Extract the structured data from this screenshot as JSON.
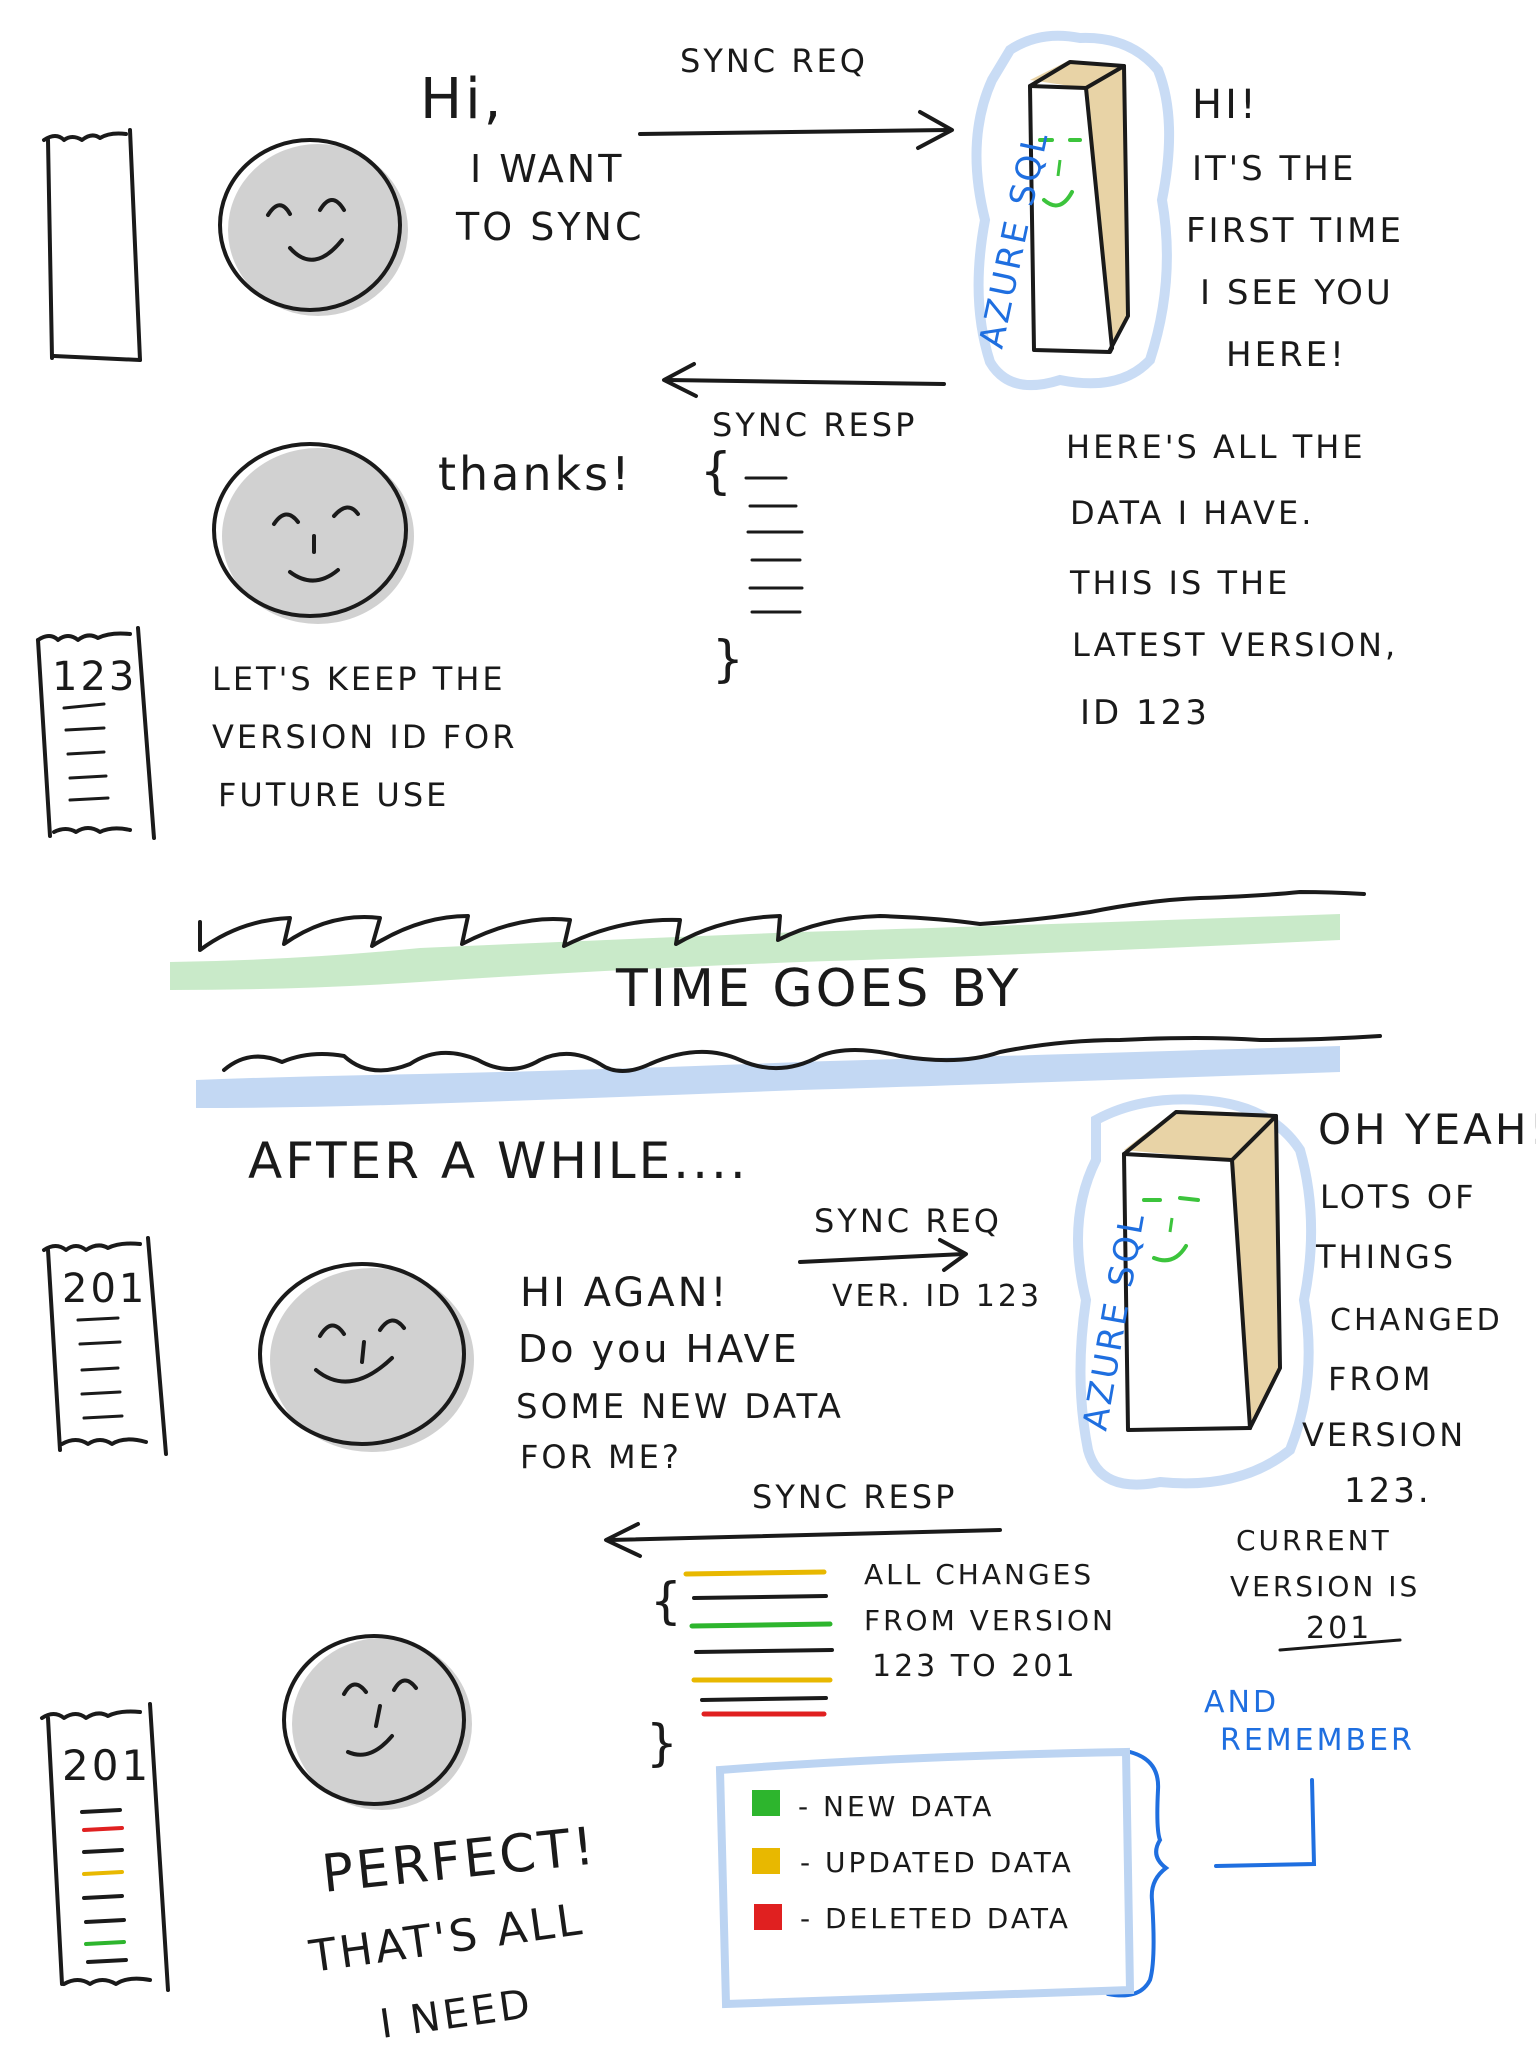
{
  "colors": {
    "ink": "#1a1a1a",
    "azure_blue": "#1f6fe0",
    "cloud_blue": "#c9dcf5",
    "face_green": "#3cc43c",
    "server_tan": "#e8d3a6",
    "band_green": "#bfe6bf",
    "band_blue": "#bcd4f2",
    "new_green": "#2db52d",
    "updated_yellow": "#e8b800",
    "deleted_red": "#e02020",
    "shadow_grey": "#b8b8b8"
  },
  "icons": {
    "client_face": "smiling-face-icon",
    "server": "database-server-icon",
    "receipt": "receipt-note-icon",
    "arrow_right": "arrow-right-icon",
    "arrow_left": "arrow-left-icon",
    "brace": "curly-brace-icon"
  },
  "scene1": {
    "client_greeting_line1": "Hi,",
    "client_greeting_line2": "I WANT",
    "client_greeting_line3": "TO SYNC",
    "sync_req_label": "SYNC REQ",
    "server_label": "AZURE SQL",
    "server_reply_line1": "HI!",
    "server_reply_line2": "IT'S THE",
    "server_reply_line3": "FIRST TIME",
    "server_reply_line4": "I SEE YOU",
    "server_reply_line5": "HERE!",
    "sync_resp_label": "SYNC RESP",
    "brace_open": "{",
    "brace_close": "}",
    "client_thanks": "thanks!",
    "server_data_line1": "HERE'S ALL THE",
    "server_data_line2": "DATA I HAVE.",
    "server_data_line3": "THIS IS THE",
    "server_data_line4": "LATEST VERSION,",
    "server_data_line5": "ID 123",
    "receipt_version": "123",
    "keep_line1": "LET'S KEEP THE",
    "keep_line2": "VERSION ID FOR",
    "keep_line3": "FUTURE USE"
  },
  "divider": {
    "label": "TIME GOES BY"
  },
  "scene2": {
    "after_while": "AFTER A WHILE....",
    "receipt_version": "201",
    "client_ask_line1": "HI AGAN!",
    "client_ask_line2": "Do you HAVE",
    "client_ask_line3": "SOME NEW DATA",
    "client_ask_line4": "FOR ME?",
    "sync_req_label": "SYNC REQ",
    "ver_id_label": "VER. ID 123",
    "server_label": "AZURE SQL",
    "server_reply_line1": "OH YEAH!",
    "server_reply_line2": "LOTS OF",
    "server_reply_line3": "THINGS",
    "server_reply_line4": "CHANGED",
    "server_reply_line5": "FROM",
    "server_reply_line6": "VERSION",
    "server_reply_line7": "123.",
    "current_line1": "CURRENT",
    "current_line2": "VERSION IS",
    "current_line3": "201",
    "sync_resp_label": "SYNC RESP",
    "brace_open": "{",
    "brace_close": "}",
    "changes_line1": "ALL CHANGES",
    "changes_line2": "FROM VERSION",
    "changes_line3": "123 TO 201",
    "perfect_line1": "PERFECT!",
    "perfect_line2": "THAT'S ALL",
    "perfect_line3": "I NEED"
  },
  "legend": {
    "title_line1": "AND",
    "title_line2": "REMEMBER",
    "items": [
      {
        "label": "- NEW DATA",
        "color": "#2db52d"
      },
      {
        "label": "- UPDATED DATA",
        "color": "#e8b800"
      },
      {
        "label": "- DELETED DATA",
        "color": "#e02020"
      }
    ]
  }
}
